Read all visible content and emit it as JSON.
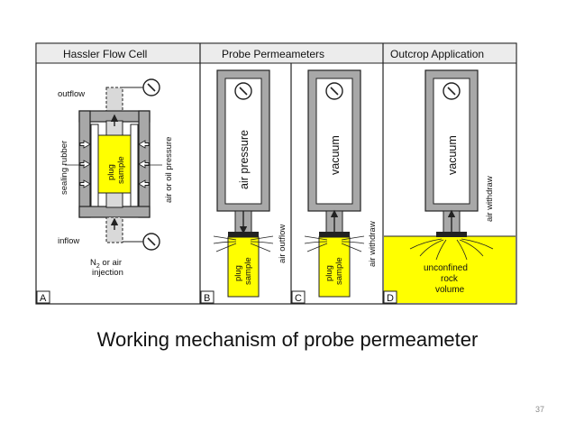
{
  "panels": [
    {
      "title": "Hassler Flow Cell",
      "letter": "A"
    },
    {
      "title": "Probe Permeameters",
      "letter": "B"
    },
    {
      "title": "",
      "letter": "C"
    },
    {
      "title": "Outcrop Application",
      "letter": "D"
    }
  ],
  "labels": {
    "outflow": "outflow",
    "inflow": "inflow",
    "sealing_rubber": "sealing rubber",
    "plug_sample": [
      "plug",
      "sample"
    ],
    "air_or_oil_pressure": "air or oil pressure",
    "n2_injection": [
      "N",
      "2",
      " or air",
      "injection"
    ],
    "air_pressure": "air pressure",
    "air_outflow": "air outflow",
    "vacuum": "vacuum",
    "air_withdraw": "air withdraw",
    "air_withdraw_d": "air withdraw",
    "unconfined": [
      "unconfined",
      "rock",
      "volume"
    ]
  },
  "colors": {
    "sample_yellow": "#ffff00",
    "casing_gray": "#a8a8a8",
    "outline": "#222222",
    "header_bg": "#ececec"
  },
  "caption": "Working mechanism of probe permeameter",
  "page_number": "37"
}
